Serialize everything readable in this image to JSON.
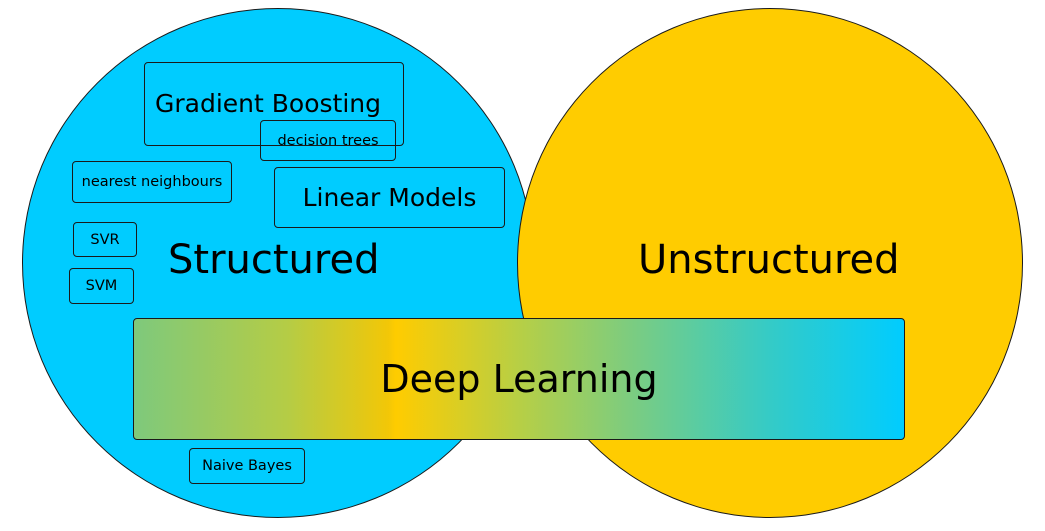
{
  "diagram": {
    "circles": [
      {
        "label": "Structured",
        "color": "#00ccff"
      },
      {
        "label": "Unstructured",
        "color": "#ffcc00"
      }
    ],
    "boxes": {
      "gradient_boosting": "Gradient Boosting",
      "decision_trees": "decision trees",
      "nearest_neighbours": "nearest neighbours",
      "linear_models": "Linear Models",
      "svr": "SVR",
      "svm": "SVM",
      "naive_bayes": "Naive Bayes",
      "deep_learning": "Deep Learning"
    }
  }
}
